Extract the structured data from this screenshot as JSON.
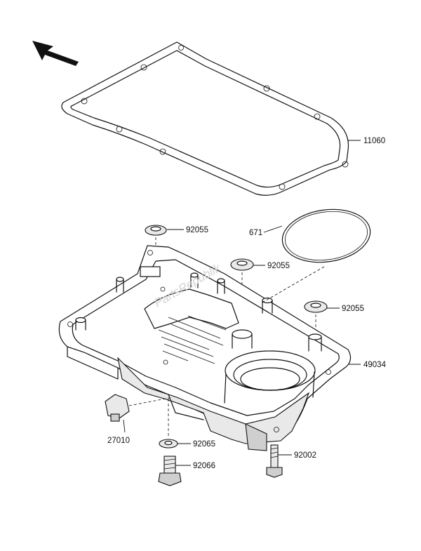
{
  "diagram": {
    "watermark": "PartsRepublik",
    "parts": [
      {
        "id": "gasket",
        "number": "11060"
      },
      {
        "id": "washer-top-left",
        "number": "92055"
      },
      {
        "id": "o-ring",
        "number": "671"
      },
      {
        "id": "washer-top-middle",
        "number": "92055"
      },
      {
        "id": "washer-right",
        "number": "92055"
      },
      {
        "id": "oil-pan",
        "number": "49034"
      },
      {
        "id": "pressure-switch",
        "number": "27010"
      },
      {
        "id": "drain-washer",
        "number": "92065"
      },
      {
        "id": "bolt",
        "number": "92002"
      },
      {
        "id": "drain-plug",
        "number": "92066"
      }
    ]
  }
}
